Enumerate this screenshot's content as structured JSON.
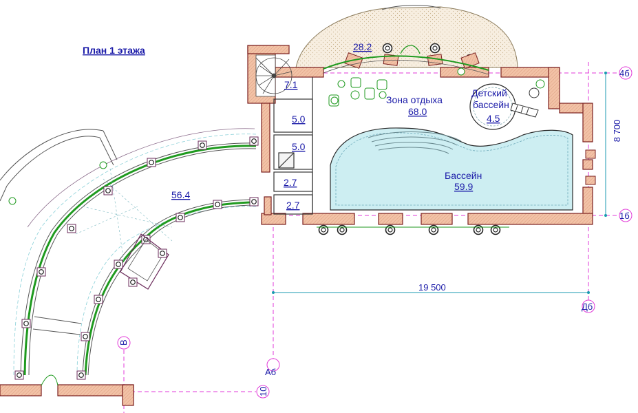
{
  "title": "План 1 этажа",
  "rooms": {
    "terrace_top": "28.2",
    "stair": "7.1",
    "room_a": "5.0",
    "room_b": "5.0",
    "room_c": "2.7",
    "room_d": "2.7",
    "gallery": "56.4",
    "rest_zone": {
      "name": "Зона отдыха",
      "area": "68.0"
    },
    "kids_pool": {
      "name_line1": "Детский",
      "name_line2": "бассейн",
      "area": "4.5"
    },
    "pool": {
      "name": "Бассейн",
      "area": "59.9"
    }
  },
  "dimensions": {
    "width": "19 500",
    "depth": "8 700"
  },
  "axes": {
    "a6": "4б",
    "b6": "1б",
    "ab": "Аб",
    "db": "Дб",
    "v": "В",
    "ten": "10"
  },
  "colors": {
    "wall": "#f2c2a6",
    "wall_stroke": "#7a1f1f",
    "pool_water": "#cdeef2",
    "green_line": "#1f9a1f",
    "axis_line": "#e23ad8",
    "label": "#1a1aa8"
  }
}
